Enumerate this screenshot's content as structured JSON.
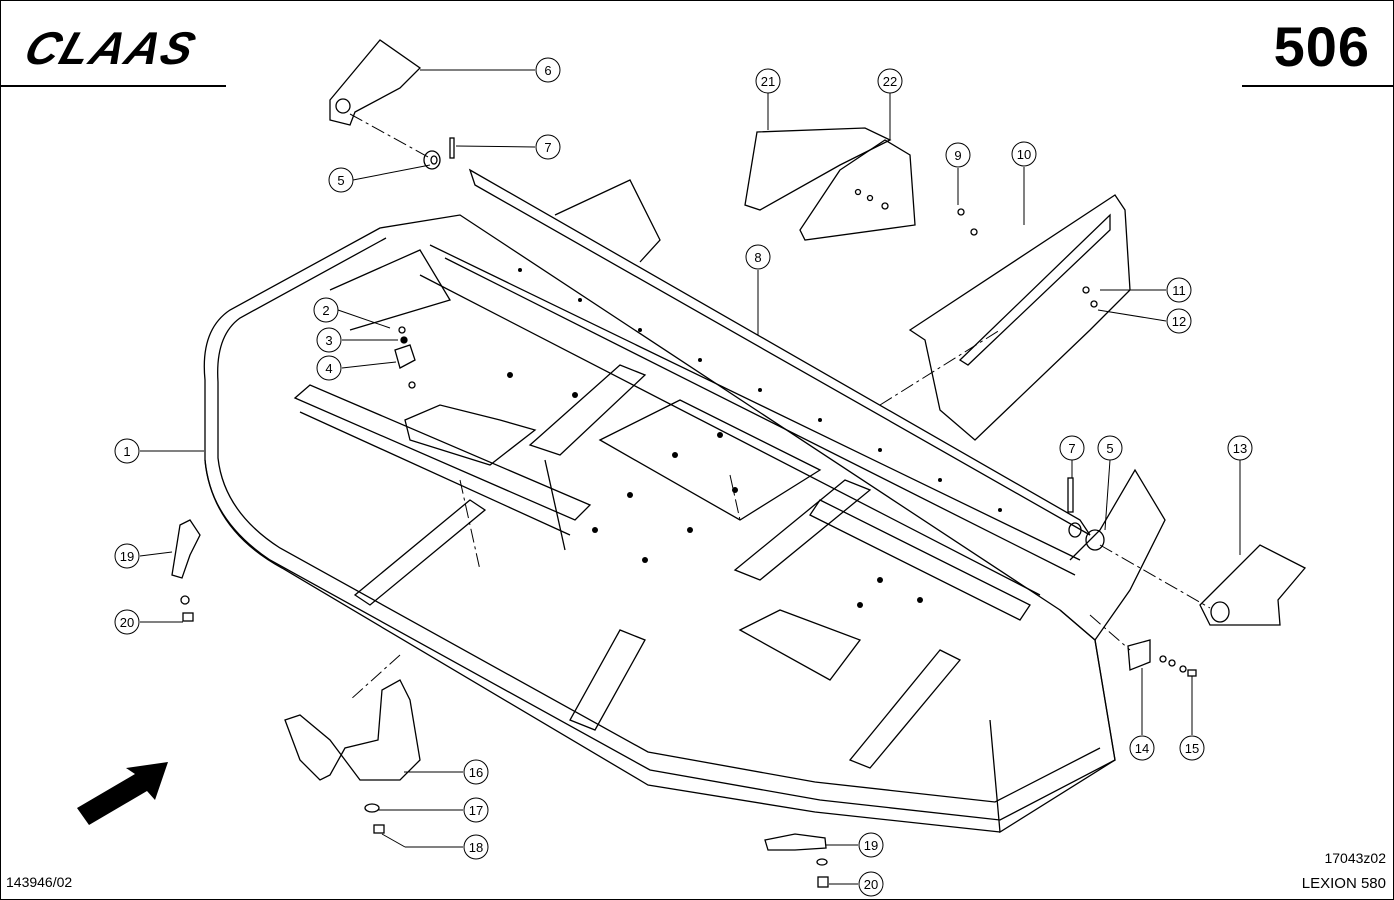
{
  "header": {
    "brand": "CLAAS",
    "page_number": "506"
  },
  "footer": {
    "doc_number": "143946/02",
    "figure_code": "17043z02",
    "model": "LEXION 580"
  },
  "callouts": [
    "1",
    "2",
    "3",
    "4",
    "5",
    "6",
    "7",
    "8",
    "9",
    "10",
    "11",
    "12",
    "13",
    "14",
    "15",
    "16",
    "17",
    "18",
    "19",
    "20",
    "21",
    "22"
  ],
  "callouts_repeated": [
    "5",
    "7",
    "19",
    "20"
  ]
}
